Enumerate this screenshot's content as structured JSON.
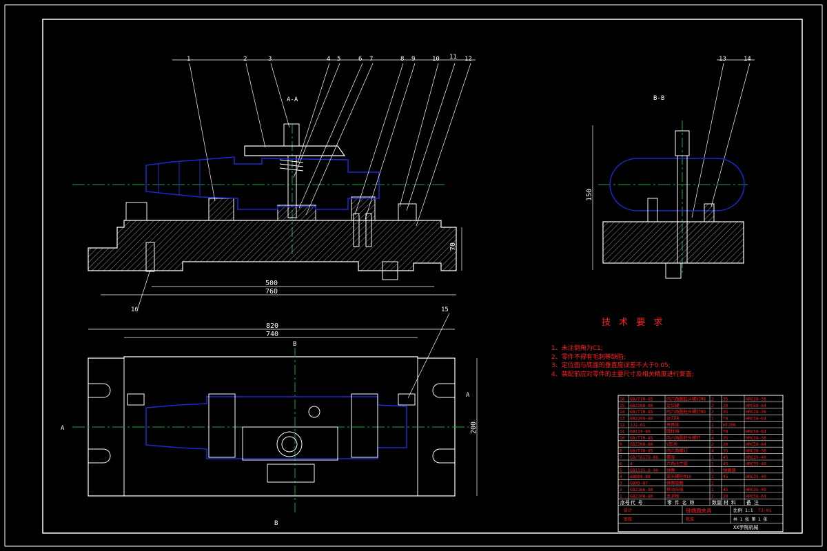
{
  "colors": {
    "background": "#000000",
    "outline": "#ffffff",
    "workpiece": "#1e2ad0",
    "centerline": "#18a84a",
    "notes": "#ff2020",
    "table_text": "#ff2020"
  },
  "views": {
    "section_aa": "A-A",
    "section_bb": "B-B",
    "cut_a": "A",
    "cut_b": "B"
  },
  "balloons": [
    "1",
    "2",
    "3",
    "4",
    "5",
    "6",
    "7",
    "8",
    "9",
    "10",
    "11",
    "12",
    "13",
    "14",
    "15",
    "16"
  ],
  "dimensions": {
    "d500": "500",
    "d760": "760",
    "d70": "70",
    "d150": "150",
    "d820": "820",
    "d740": "740",
    "d200": "200"
  },
  "tech_requirements": {
    "title": "技 术 要 求",
    "items": [
      "1、未注倒角为C1;",
      "2、零件不得有毛刺等缺陷;",
      "3、定位面与底面的垂直度误差不大于0.05;",
      "4、装配前应对零件的主要尺寸及相关精度进行复查;"
    ]
  },
  "bom": {
    "rows": [
      {
        "no": "16",
        "code": "GB/T70-85",
        "name": "内六角圆柱头螺钉M8",
        "qty": "2",
        "mat": "35",
        "note": "HRC28-38"
      },
      {
        "no": "15",
        "code": "GB2208-80",
        "name": "定位键",
        "qty": "2",
        "mat": "20",
        "note": "HRC58-64"
      },
      {
        "no": "14",
        "code": "GB/T70-85",
        "name": "内六角圆柱头螺钉M8",
        "qty": "2",
        "mat": "35",
        "note": "HRC28-38"
      },
      {
        "no": "13",
        "code": "GB2208-80",
        "name": "对刀块",
        "qty": "1",
        "mat": "T8",
        "note": "HRC58-64"
      },
      {
        "no": "12",
        "code": "JJ2-01",
        "name": "夹具体",
        "qty": "1",
        "mat": "HT200",
        "note": ""
      },
      {
        "no": "11",
        "code": "GB119-86",
        "name": "圆柱销",
        "qty": "2",
        "mat": "T8",
        "note": "HRC58-64"
      },
      {
        "no": "10",
        "code": "GB/T70-85",
        "name": "内六角圆柱头螺钉",
        "qty": "4",
        "mat": "35",
        "note": "HRC28-38"
      },
      {
        "no": "9",
        "code": "GB2208-80",
        "name": "V形块",
        "qty": "2",
        "mat": "20",
        "note": "HRC58-64"
      },
      {
        "no": "8",
        "code": "GB/T70-85",
        "name": "内六角螺钉",
        "qty": "4",
        "mat": "35",
        "note": "HRC28-38"
      },
      {
        "no": "7",
        "code": "GB/T6170-86",
        "name": "螺母",
        "qty": "1",
        "mat": "45",
        "note": "HRC35-40"
      },
      {
        "no": "6",
        "code": "4",
        "name": "六角法兰面",
        "qty": "1",
        "mat": "45",
        "note": "HRC35-40"
      },
      {
        "no": "5",
        "code": "GB1235.6-90",
        "name": "弹簧",
        "qty": "1",
        "mat": "弹簧钢",
        "note": ""
      },
      {
        "no": "4",
        "code": "GB898-88",
        "name": "双头螺柱M16",
        "qty": "1",
        "mat": "45",
        "note": "HRC35-40"
      },
      {
        "no": "3",
        "code": "GB93-87",
        "name": "弹簧垫圈",
        "qty": "1",
        "mat": "",
        "note": ""
      },
      {
        "no": "2",
        "code": "GB2186-80",
        "name": "移动压板",
        "qty": "1",
        "mat": "45",
        "note": "HRC35-40"
      },
      {
        "no": "1",
        "code": "GB2208-80",
        "name": "支承板",
        "qty": "2",
        "mat": "20",
        "note": "HRC58-64"
      }
    ],
    "header": {
      "no": "序号",
      "code": "代 号",
      "name": "零 件 名 称",
      "qty": "数量",
      "mat": "材 料",
      "note": "备 注"
    },
    "title_block": {
      "title": "铣端面夹具",
      "scale_label": "比例",
      "scale": "1:1",
      "sheet": "共 1 张 第 1 张",
      "designer": "设计",
      "checker": "审核",
      "approver": "批准",
      "doc": "TJ-01",
      "school": "XX学院机械"
    }
  }
}
